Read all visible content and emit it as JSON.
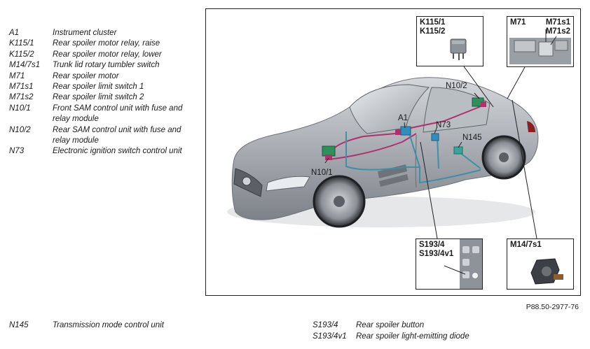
{
  "legend": [
    {
      "code": "A1",
      "desc": "Instrument cluster"
    },
    {
      "code": "K115/1",
      "desc": "Rear spoiler motor relay, raise"
    },
    {
      "code": "K115/2",
      "desc": "Rear spoiler motor relay, lower"
    },
    {
      "code": "M14/7s1",
      "desc": "Trunk lid rotary tumbler switch"
    },
    {
      "code": "M71",
      "desc": "Rear spoiler motor"
    },
    {
      "code": "M71s1",
      "desc": "Rear spoiler limit switch 1"
    },
    {
      "code": "M71s2",
      "desc": "Rear spoiler limit switch 2"
    },
    {
      "code": "N10/1",
      "desc": "Front SAM control unit with fuse and relay module"
    },
    {
      "code": "N10/2",
      "desc": "Rear SAM control unit with fuse and relay module"
    },
    {
      "code": "N73",
      "desc": "Electronic ignition switch control unit"
    }
  ],
  "bottom_legend_left": [
    {
      "code": "N145",
      "desc": "Transmission mode control unit"
    }
  ],
  "bottom_legend_right": [
    {
      "code": "S193/4",
      "desc": "Rear spoiler button"
    },
    {
      "code": "S193/4v1",
      "desc": "Rear spoiler light-emitting diode"
    }
  ],
  "insets": {
    "relay": {
      "line1": "K115/1",
      "line2": "K115/2"
    },
    "motor": {
      "left": "M71",
      "right1": "M71s1",
      "right2": "M71s2"
    },
    "button": {
      "line1": "S193/4",
      "line2": "S193/4v1"
    },
    "tumbler": {
      "line1": "M14/7s1"
    }
  },
  "callouts": {
    "a1": "A1",
    "n73": "N73",
    "n102": "N10/2",
    "n145": "N145",
    "n101": "N10/1"
  },
  "reference": "P88.50-2977-76",
  "colors": {
    "wire_magenta": "#b0306e",
    "wire_teal": "#3f8fa6",
    "car_body": "#a9adb3"
  }
}
